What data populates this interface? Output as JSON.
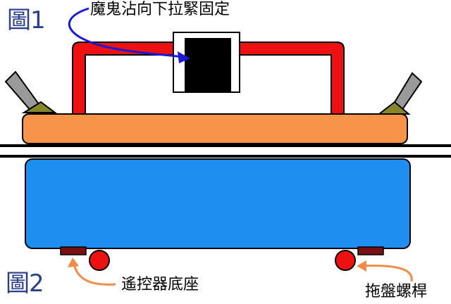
{
  "figure_labels": {
    "fig1": "圖1",
    "fig2": "圖2"
  },
  "callouts": {
    "velcro": "魔鬼沾向下拉緊固定",
    "remote_base": "遙控器底座",
    "tray_screw": "拖盤螺桿"
  },
  "colors": {
    "frame_red": "#ee1111",
    "base_orange": "#f7944a",
    "body_blue": "#1e8ef0",
    "clip_olive": "#86862b",
    "velcro_black": "#000000",
    "arrow_blue": "#1a1ad6",
    "arrow_orange": "#f08c46",
    "foot_maroon": "#7a1010",
    "wheel_red": "#ee1111",
    "label_blue": "#2b3e8c"
  }
}
